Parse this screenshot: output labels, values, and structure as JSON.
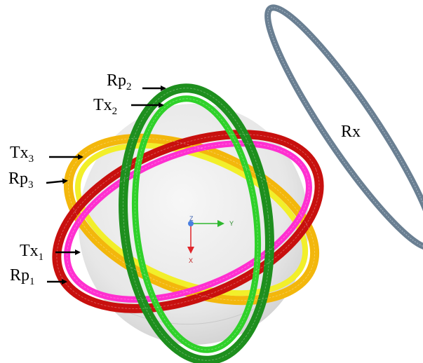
{
  "labels": {
    "rp2": {
      "base": "Rp",
      "sub": "2"
    },
    "tx2": {
      "base": "Tx",
      "sub": "2"
    },
    "tx3": {
      "base": "Tx",
      "sub": "3"
    },
    "rp3": {
      "base": "Rp",
      "sub": "3"
    },
    "tx1": {
      "base": "Tx",
      "sub": "1"
    },
    "rp1": {
      "base": "Rp",
      "sub": "1"
    },
    "rx": "Rx"
  },
  "axes": {
    "z": "Z",
    "y": "Y",
    "x": "X"
  },
  "colors": {
    "tx1": "#ff2fd0",
    "rp1": "#c8100e",
    "tx2": "#2fd12a",
    "rp2": "#1e8f1e",
    "tx3": "#f2ef2a",
    "rp3": "#f3b70c",
    "rx": "#6a7f92",
    "sphere": "#dcdcdc",
    "axis_x": "#e0252a",
    "axis_y": "#2fb82f",
    "axis_z": "#4a7fe0"
  }
}
